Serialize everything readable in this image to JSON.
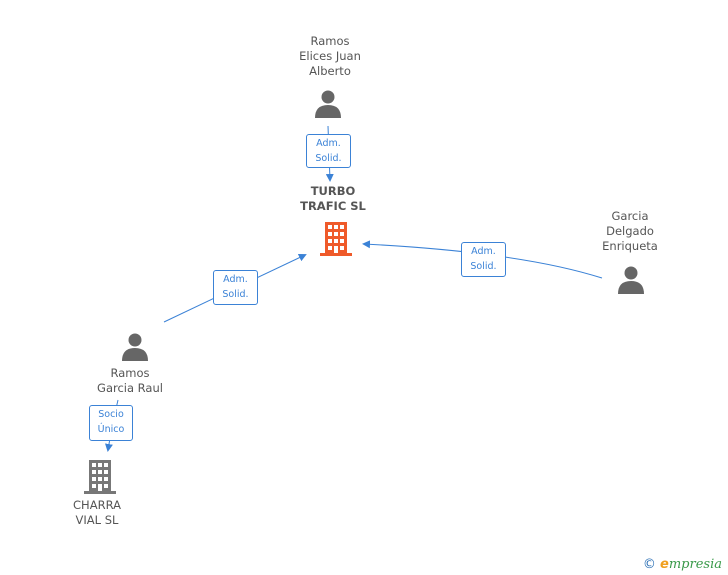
{
  "nodes": {
    "ramos_elices": {
      "label_lines": [
        "Ramos",
        "Elices Juan",
        "Alberto"
      ],
      "icon": "person-icon"
    },
    "turbo_trafic": {
      "label_lines": [
        "TURBO",
        "TRAFIC SL"
      ],
      "icon": "building-icon",
      "color": "#ef5a2a"
    },
    "garcia_delgado": {
      "label_lines": [
        "Garcia",
        "Delgado",
        "Enriqueta"
      ],
      "icon": "person-icon"
    },
    "ramos_garcia": {
      "label_lines": [
        "Ramos",
        "Garcia Raul"
      ],
      "icon": "person-icon"
    },
    "charra_vial": {
      "label_lines": [
        "CHARRA",
        "VIAL SL"
      ],
      "icon": "building-icon",
      "color": "#777777"
    }
  },
  "relations": [
    {
      "from": "Ramos Elices Juan Alberto",
      "to": "TURBO TRAFIC SL",
      "line1": "Adm.",
      "line2": "Solid."
    },
    {
      "from": "Garcia Delgado Enriqueta",
      "to": "TURBO TRAFIC SL",
      "line1": "Adm.",
      "line2": "Solid."
    },
    {
      "from": "Ramos Garcia Raul",
      "to": "TURBO TRAFIC SL",
      "line1": "Adm.",
      "line2": "Solid."
    },
    {
      "from": "Ramos Garcia Raul",
      "to": "CHARRA VIAL SL",
      "line1": "Socio",
      "line2": "Único"
    }
  ],
  "colors": {
    "edge": "#3b82d6",
    "person": "#666666",
    "main_company": "#ef5a2a",
    "other_company": "#777777"
  },
  "footer": {
    "copyright": "©",
    "brand_e": "e",
    "brand_rest": "mpresia"
  }
}
